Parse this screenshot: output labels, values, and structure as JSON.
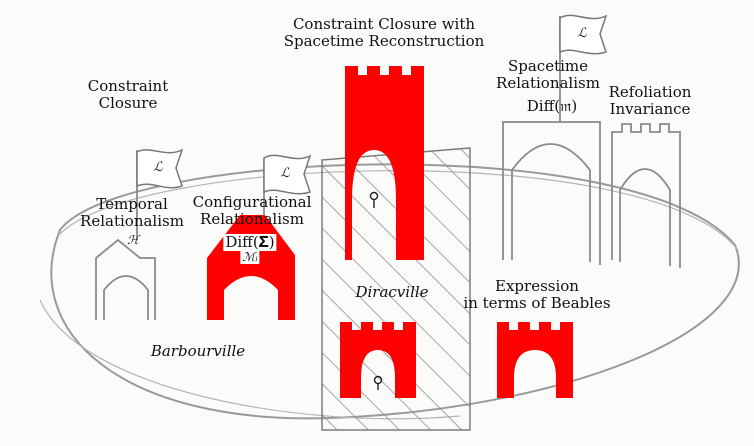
{
  "labels": {
    "constraint_closure": "Constraint\nClosure",
    "closure_with_reconstruction": "Constraint Closure with\nSpacetime Reconstruction",
    "spacetime_relationalism": "Spacetime\nRelationalism",
    "diff_m": "Diff(𝔪)",
    "refoliation_invariance": "Refoliation\nInvariance",
    "temporal_relationalism": "Temporal\nRelationalism",
    "h_symbol": "ℋ",
    "configurational_relationalism": "Configurational\nRelationalism",
    "diff_sigma": "Diff(𝚺)",
    "m_i": "ℳᵢ",
    "diracville": "Diracville",
    "barbourville": "Barbourville",
    "expression_beables": "Expression\nin terms of Beables"
  },
  "flag_symbol": "ℒ",
  "colors": {
    "red_tower": "#ff0000",
    "sketch_line": "#8a8a8a",
    "dark_line": "#444444"
  }
}
